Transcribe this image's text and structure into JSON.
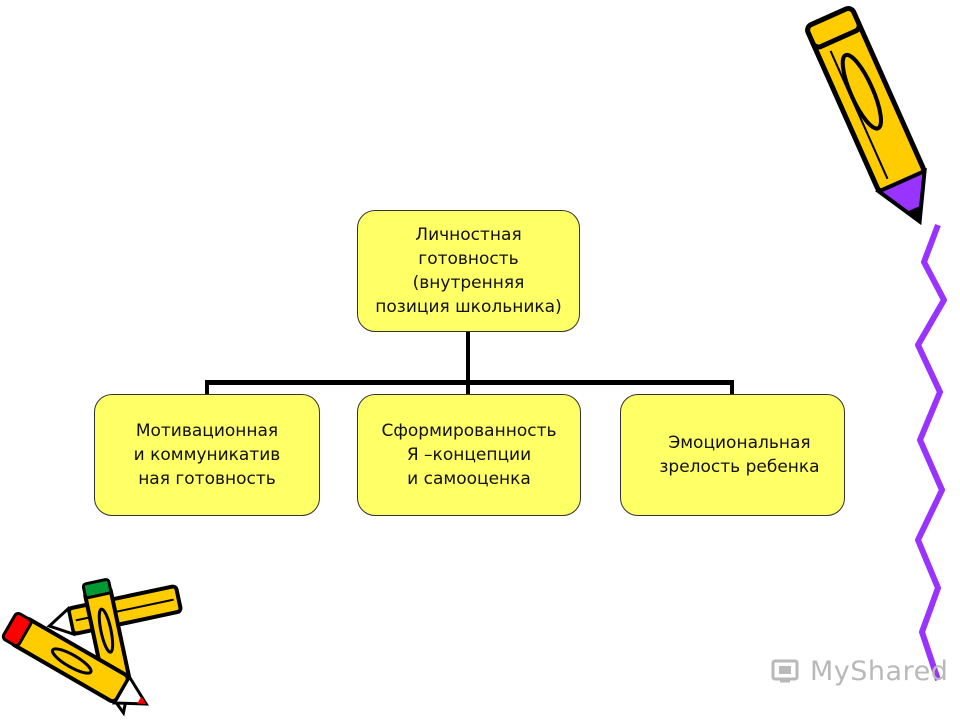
{
  "diagram": {
    "root": {
      "text": "Личностная\n готовность\n(внутренняя\nпозиция школьника)"
    },
    "children": [
      {
        "text": "Мотивационная\nи коммуникатив\nная готовность"
      },
      {
        "text": "Сформированность\nЯ –концепции\nи самооценка"
      },
      {
        "text": "Эмоциональная\n зрелость  ребенка"
      }
    ]
  },
  "colors": {
    "box_fill": "#ffff66",
    "box_border": "#333333",
    "connector": "#000000",
    "pencil_body": "#ffcc00",
    "pencil_outline": "#000000",
    "decor_purple": "#9933ff",
    "decor_red": "#ff0000",
    "decor_green": "#009933"
  },
  "icons": {
    "pencil_top_right": "pencil-icon",
    "crossed_pencils": "crossed-pencils-icon",
    "zigzag_line": "zigzag-decoration",
    "watermark_logo": "mysharedlogo-icon"
  },
  "watermark": {
    "text": "MyShared"
  }
}
